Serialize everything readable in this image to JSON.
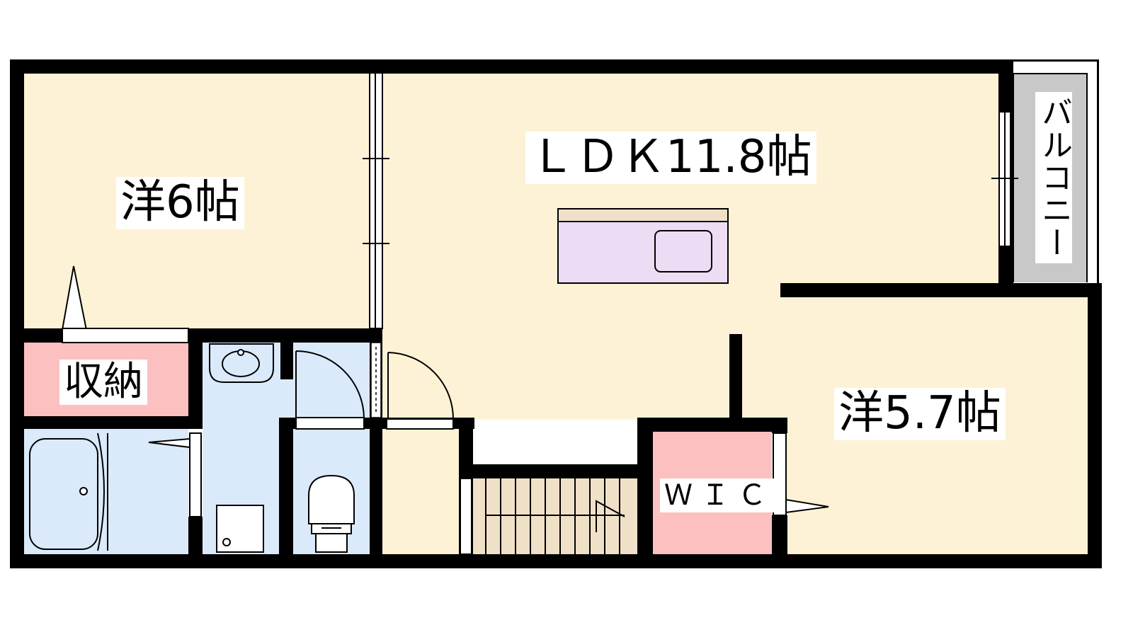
{
  "colors": {
    "room_beige": "#fdf2d5",
    "storage_pink": "#fcc0c0",
    "wet_blue": "#dbeafa",
    "kitchen_lavender": "#ecdcf4",
    "balcony_gray": "#c8c8c8",
    "stairs_tan": "#f0e0c8",
    "wall_black": "#000000"
  },
  "rooms": {
    "western_6": "洋6帖",
    "ldk": "ＬＤＫ11.8帖",
    "western_57": "洋5.7帖",
    "storage": "収納",
    "wic": "ＷＩＣ",
    "balcony": "バルコニー"
  }
}
